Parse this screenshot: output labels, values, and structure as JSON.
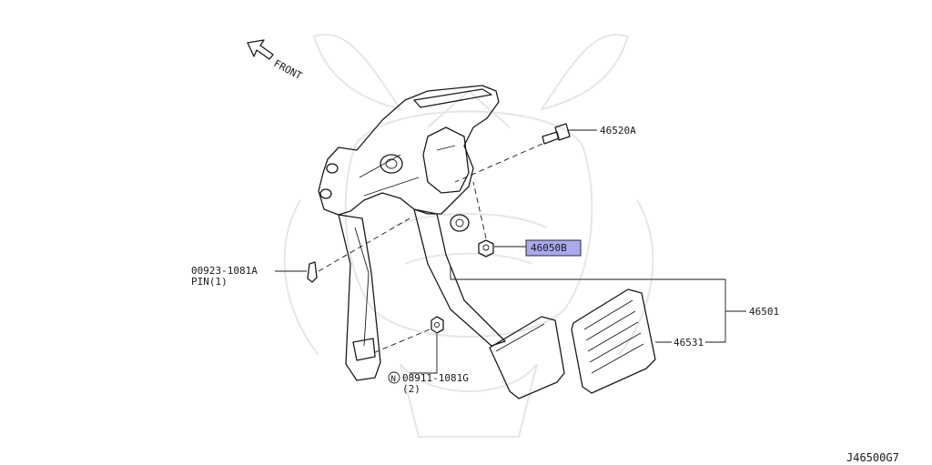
{
  "diagram_id": "J46500G7",
  "direction_label": "FRONT",
  "callouts": {
    "bolt": "46520A",
    "nut_highlighted": "46050B",
    "pin_part": "00923-1081A",
    "pin_qty": "PIN(1)",
    "pedal_assembly": "46501",
    "pedal_pad": "46531",
    "nut_lower_prefix": "N",
    "nut_lower": "08911-1081G",
    "nut_lower_qty": "(2)"
  },
  "colors": {
    "line": "#1a1a1a",
    "highlight_fill": "#a9a9ee",
    "highlight_stroke": "#1a1a1a",
    "watermark": "#e6e6e6"
  }
}
